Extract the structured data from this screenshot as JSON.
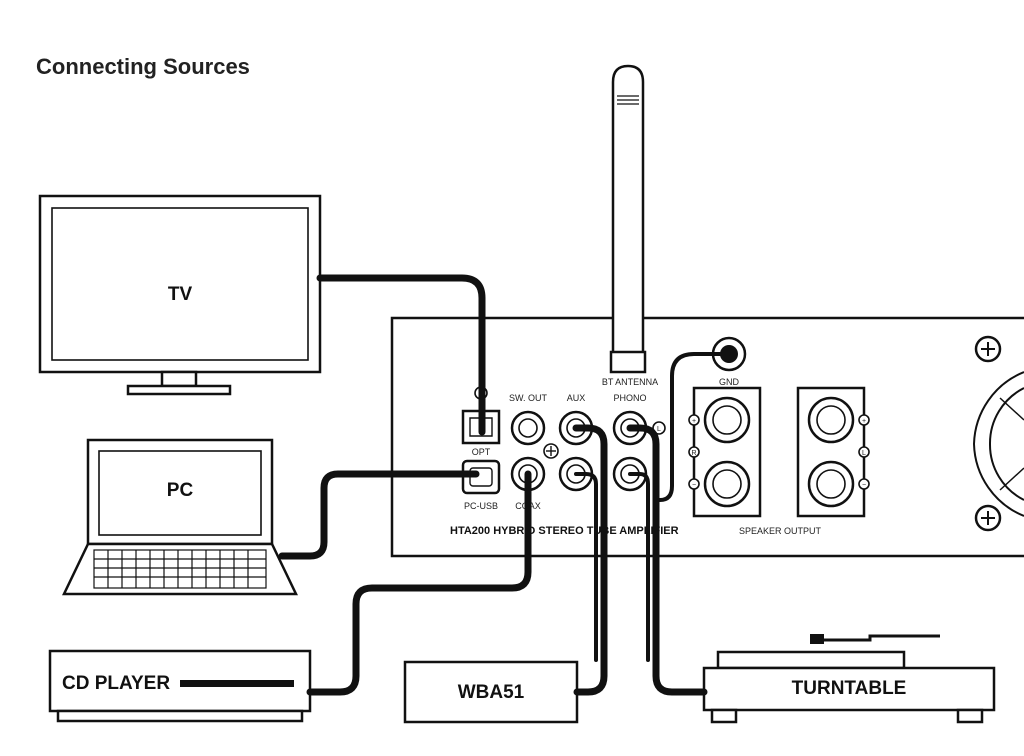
{
  "title": "Connecting Sources",
  "devices": {
    "tv": "TV",
    "pc": "PC",
    "cd_player": "CD PLAYER",
    "wba51": "WBA51",
    "turntable": "TURNTABLE"
  },
  "amplifier": {
    "model_label": "HTA200  HYBRID STEREO TUBE AMPLIFIER",
    "antenna_label": "BT ANTENNA",
    "gnd_label": "GND",
    "speaker_output_label": "SPEAKER OUTPUT",
    "ports": {
      "opt": "OPT",
      "pc_usb": "PC-USB",
      "sw_out": "SW. OUT",
      "coax": "COAX",
      "aux": "AUX",
      "phono": "PHONO",
      "phono_l": "L",
      "spk_r": "R",
      "spk_l": "L",
      "plus": "+",
      "minus": "−"
    }
  }
}
